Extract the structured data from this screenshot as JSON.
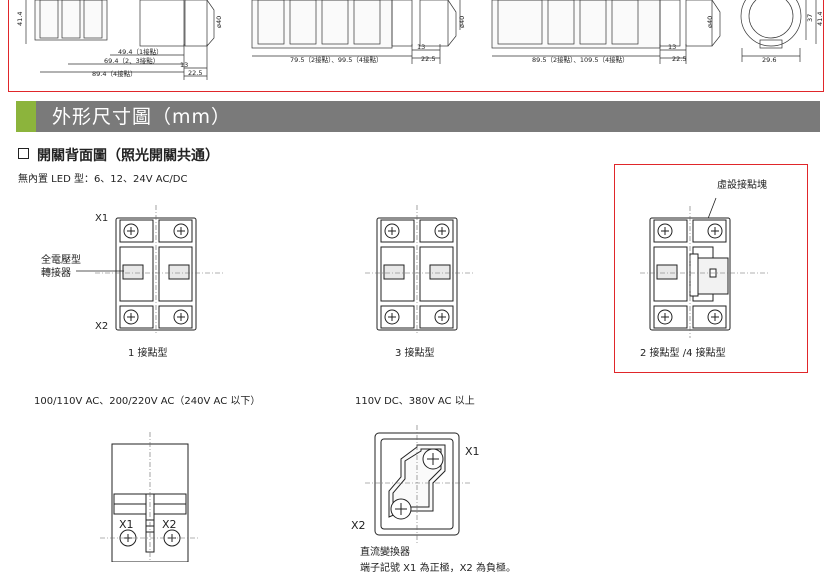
{
  "top_drawings": {
    "left": {
      "dim_41_4": "41.4",
      "dim_phi40": "ø40",
      "dim_49_4": "49.4（1接點）",
      "dim_69_4": "69.4（2、3接點）",
      "dim_89_4": "89.4（4接點）",
      "dim_13": "13",
      "dim_22_5": "22.5"
    },
    "middle": {
      "dim_phi40": "ø40",
      "dim_79_5": "79.5（2接點）、99.5（4接點）",
      "dim_13": "13",
      "dim_22_5": "22.5"
    },
    "right": {
      "dim_phi40": "ø40",
      "dim_89_5": "89.5（2接點）、109.5（4接點）",
      "dim_13": "13",
      "dim_22_5": "22.5",
      "dim_37": "37",
      "dim_41_4": "41.4",
      "dim_29_6": "29.6"
    }
  },
  "banner": {
    "title": "外形尺寸圖（mm）"
  },
  "section": {
    "heading": "開關背面圖（照光開關共通）",
    "note": "無內置 LED 型：6、12、24V AC/DC"
  },
  "diagrams": {
    "one_contact": {
      "x1": "X1",
      "x2": "X2",
      "side_label_line1": "全電壓型",
      "side_label_line2": "轉接器",
      "caption": "1 接點型"
    },
    "three_contact": {
      "caption": "3 接點型"
    },
    "two_four_contact": {
      "dummy_label": "虛設接點塊",
      "caption": "2 接點型 /4 接點型"
    }
  },
  "lower": {
    "ac": {
      "heading": "100/110V AC、200/220V AC（240V AC 以下）",
      "x1": "X1",
      "x2": "X2"
    },
    "dc": {
      "heading": "110V DC、380V AC 以上",
      "x1": "X1",
      "x2": "X2",
      "caption_line1": "直流變換器",
      "caption_line2": "端子記號 X1 為正極，X2 為負極。"
    }
  },
  "colors": {
    "frame_red": "#e0262a",
    "banner_gray": "#7a7a7a",
    "banner_green": "#8cb43c"
  }
}
